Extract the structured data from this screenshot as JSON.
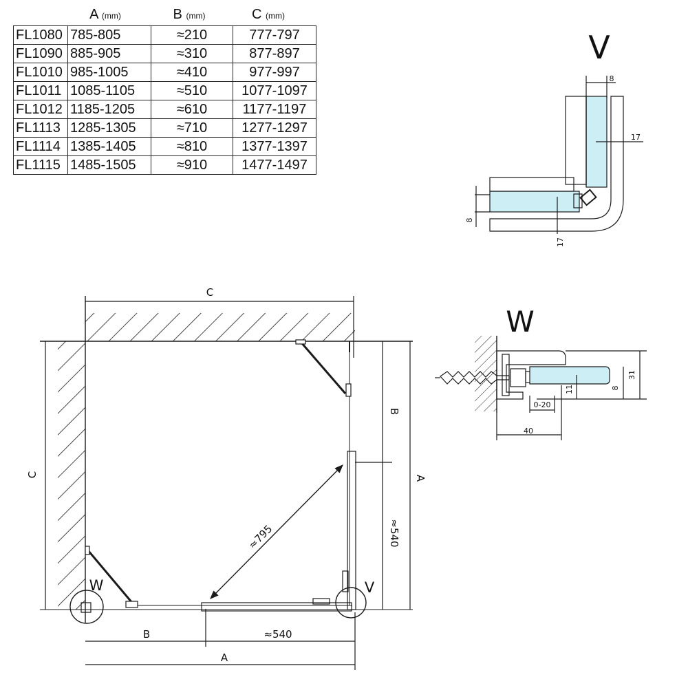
{
  "table": {
    "headers": [
      {
        "letter": "A",
        "unit": "(mm)"
      },
      {
        "letter": "B",
        "unit": "(mm)"
      },
      {
        "letter": "C",
        "unit": "(mm)"
      }
    ],
    "rows": [
      [
        "FL1080",
        "785-805",
        "≈210",
        "777-797"
      ],
      [
        "FL1090",
        "885-905",
        "≈310",
        "877-897"
      ],
      [
        "FL1010",
        "985-1005",
        "≈410",
        "977-997"
      ],
      [
        "FL1011",
        "1085-1105",
        "≈510",
        "1077-1097"
      ],
      [
        "FL1012",
        "1185-1205",
        "≈610",
        "1177-1197"
      ],
      [
        "FL1113",
        "1285-1305",
        "≈710",
        "1277-1297"
      ],
      [
        "FL1114",
        "1385-1405",
        "≈810",
        "1377-1397"
      ],
      [
        "FL1115",
        "1485-1505",
        "≈910",
        "1477-1497"
      ]
    ]
  },
  "detail_v": {
    "title": "V",
    "dim_top": "8",
    "dim_right": "17",
    "dim_left": "8",
    "dim_bottom": "17"
  },
  "detail_w": {
    "title": "W",
    "dim_31": "31",
    "dim_8": "8",
    "dim_11": "11",
    "dim_range": "0-20",
    "dim_40": "40"
  },
  "plan": {
    "label_c_top": "C",
    "label_c_left": "C",
    "label_b_right": "B",
    "label_a_right": "A",
    "label_540_right": "≈540",
    "label_diag": "≈795",
    "label_b_bottom": "B",
    "label_540_bottom": "≈540",
    "label_a_bottom": "A",
    "callout_w": "W",
    "callout_v": "V"
  },
  "colors": {
    "glass": "#cdeef5",
    "line": "#1a1a1a"
  }
}
